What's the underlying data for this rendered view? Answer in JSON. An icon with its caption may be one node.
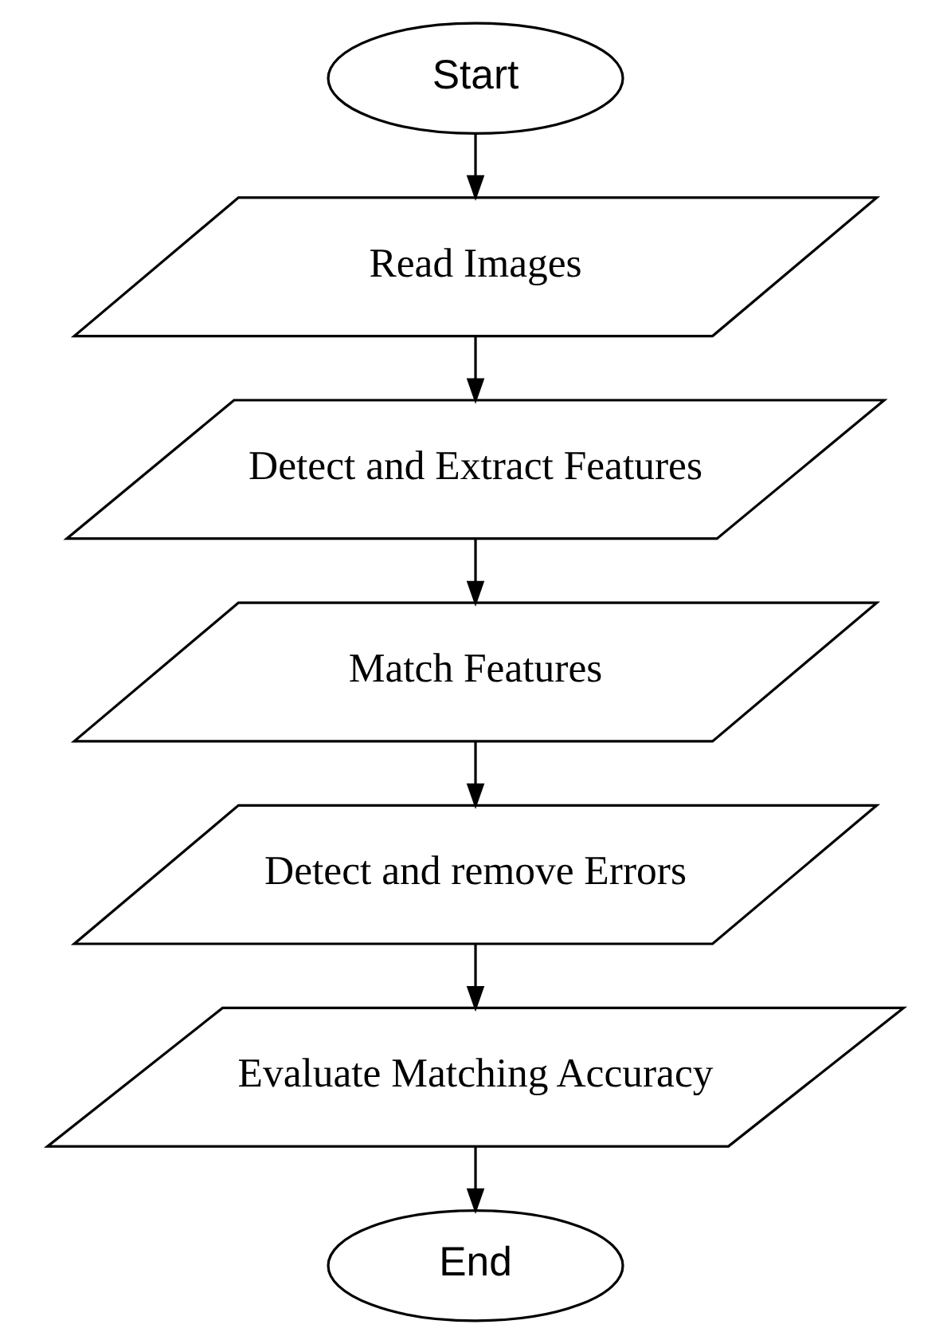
{
  "diagram": {
    "nodes": [
      {
        "text": [
          "Start"
        ]
      },
      {
        "text": [
          "Read Images"
        ]
      },
      {
        "text": [
          "Detect and Extract Features"
        ]
      },
      {
        "text": [
          "Match Features"
        ]
      },
      {
        "text": [
          "Detect and remove Errors"
        ]
      },
      {
        "text": [
          "Evaluate Matching Accuracy"
        ]
      },
      {
        "text": [
          "End"
        ]
      }
    ],
    "edges": [
      {
        "from": 0,
        "to": 1,
        "arrow": "to"
      },
      {
        "from": 1,
        "to": 2,
        "arrow": "to"
      },
      {
        "from": 2,
        "to": 3,
        "arrow": "to"
      },
      {
        "from": 3,
        "to": 4,
        "arrow": "to"
      },
      {
        "from": 4,
        "to": 5,
        "arrow": "to"
      },
      {
        "from": 5,
        "to": 6,
        "arrow": "to"
      }
    ]
  }
}
